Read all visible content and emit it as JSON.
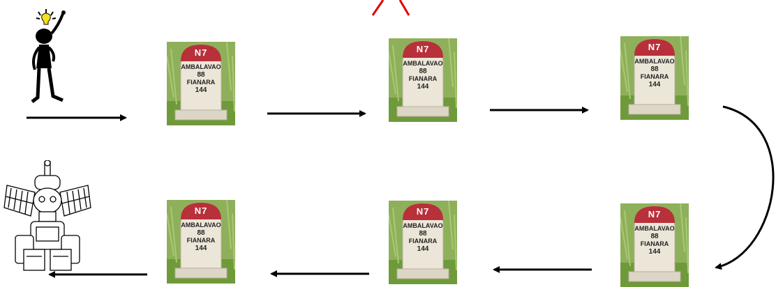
{
  "milestone": {
    "route": "N7",
    "line1": "AMBALAVAO",
    "line2": "88",
    "line3": "FIANARA",
    "line4": "144"
  },
  "colors": {
    "arrow": "#000000",
    "cross_mark": "#e00000",
    "milestone_cap": "#b8303a",
    "grass": "#6f9a3a"
  },
  "icons": [
    "thinking-man-icon",
    "robot-icon",
    "cross-mark-icon"
  ]
}
